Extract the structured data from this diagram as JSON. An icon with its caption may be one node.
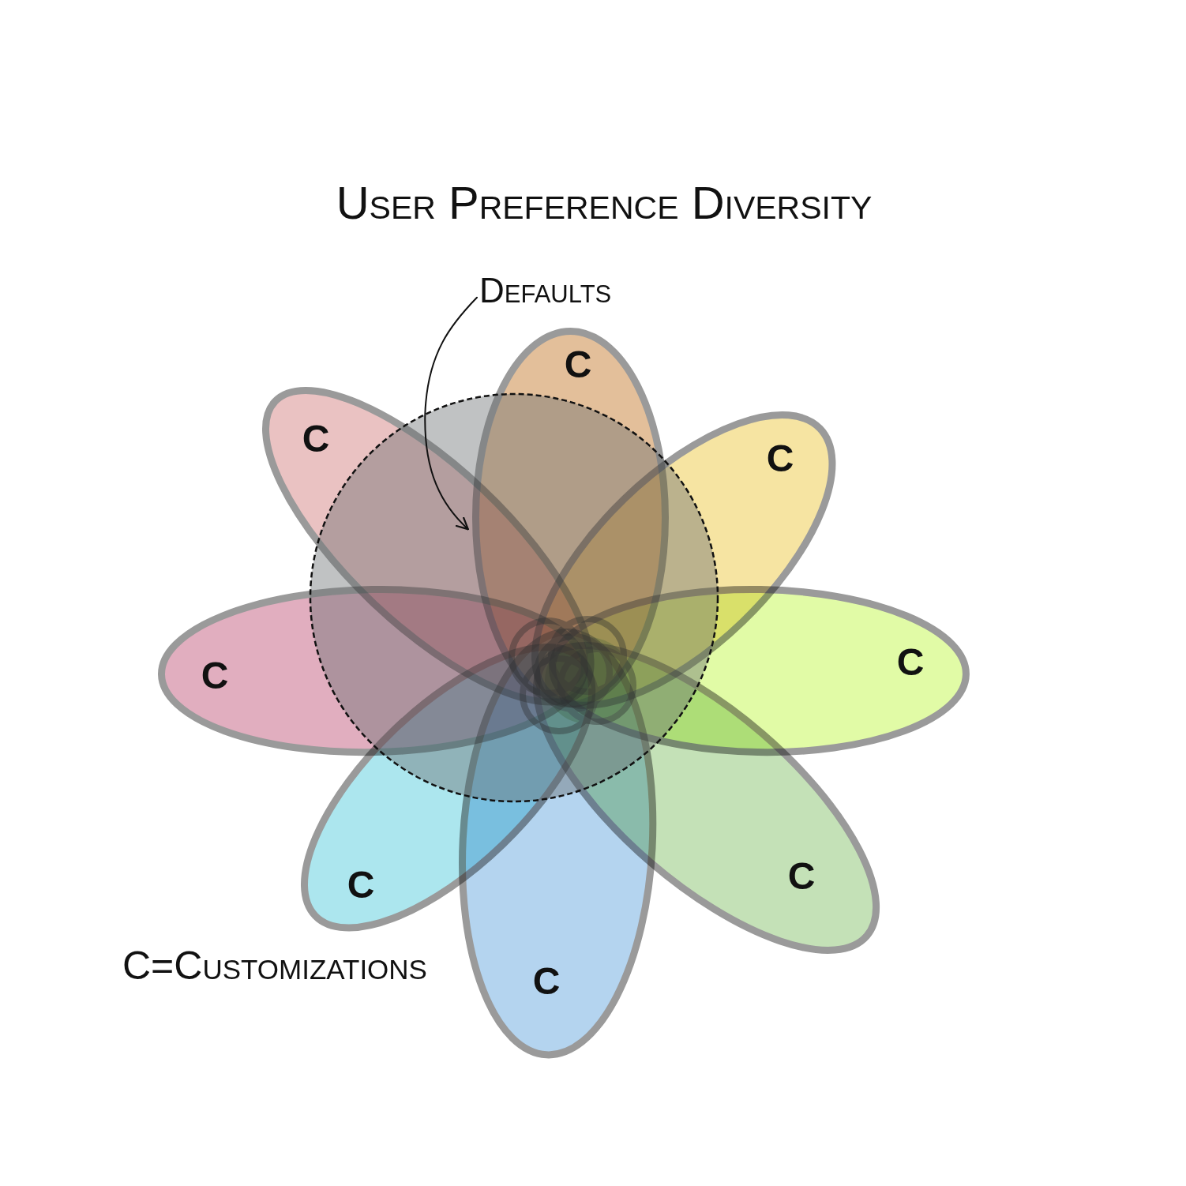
{
  "diagram": {
    "title": "User Preference Diversity",
    "nodes": [
      {
        "text": [
          "Defaults"
        ]
      },
      {
        "text": [
          "C"
        ]
      },
      {
        "text": [
          "C"
        ]
      },
      {
        "text": [
          "C"
        ]
      },
      {
        "text": [
          "C"
        ]
      },
      {
        "text": [
          "C"
        ]
      },
      {
        "text": [
          "C"
        ]
      },
      {
        "text": [
          "C"
        ]
      },
      {
        "text": [
          "C"
        ]
      },
      {
        "text": [],
        "shape": "circle"
      }
    ],
    "edges": [
      {
        "from": 0,
        "to": 9,
        "arrow": "to"
      }
    ],
    "labels": [
      "C=Customizations"
    ]
  }
}
